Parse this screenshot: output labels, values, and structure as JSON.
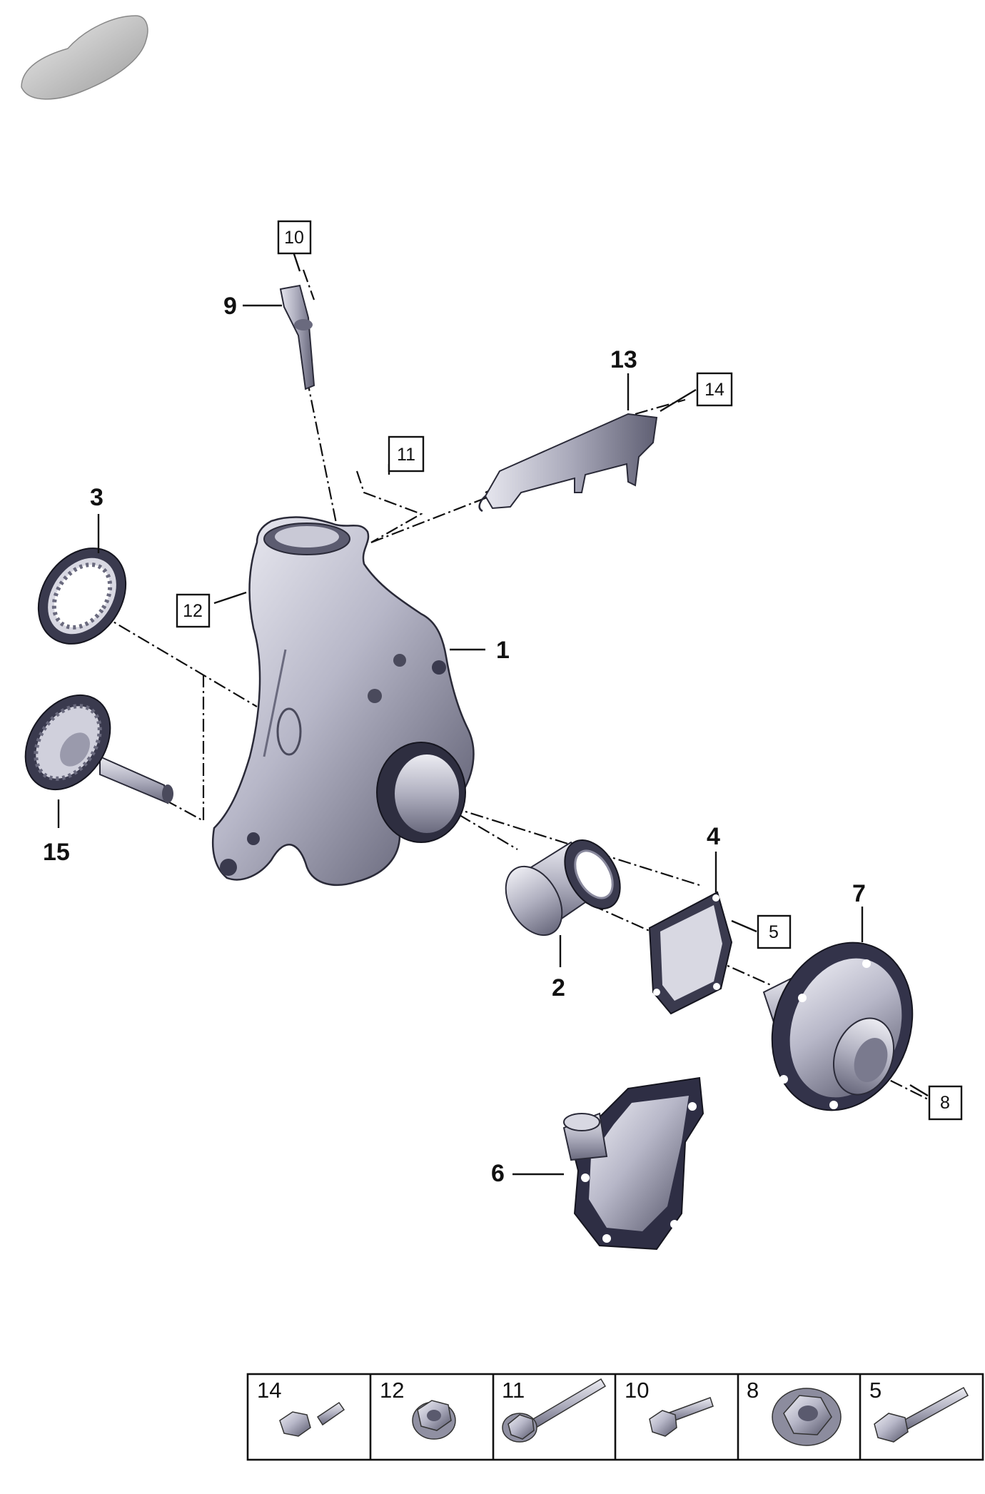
{
  "callouts": {
    "c1": "1",
    "c2": "2",
    "c3": "3",
    "c4": "4",
    "c6": "6",
    "c7": "7",
    "c9": "9",
    "c13": "13",
    "c15": "15"
  },
  "boxed_callouts": {
    "b5": "5",
    "b8": "8",
    "b10": "10",
    "b11": "11",
    "b12": "12",
    "b14": "14"
  },
  "fastener_table": [
    {
      "ref": "14",
      "icon": "hex-bolt-short-icon"
    },
    {
      "ref": "12",
      "icon": "flange-nut-icon"
    },
    {
      "ref": "11",
      "icon": "hex-bolt-long-icon"
    },
    {
      "ref": "10",
      "icon": "socket-cap-screw-icon"
    },
    {
      "ref": "8",
      "icon": "collar-nut-icon"
    },
    {
      "ref": "5",
      "icon": "hex-bolt-medium-icon"
    }
  ],
  "colors": {
    "part_fill": "#b8b8c6",
    "part_dark": "#3a3a4e",
    "ink": "#111111"
  }
}
